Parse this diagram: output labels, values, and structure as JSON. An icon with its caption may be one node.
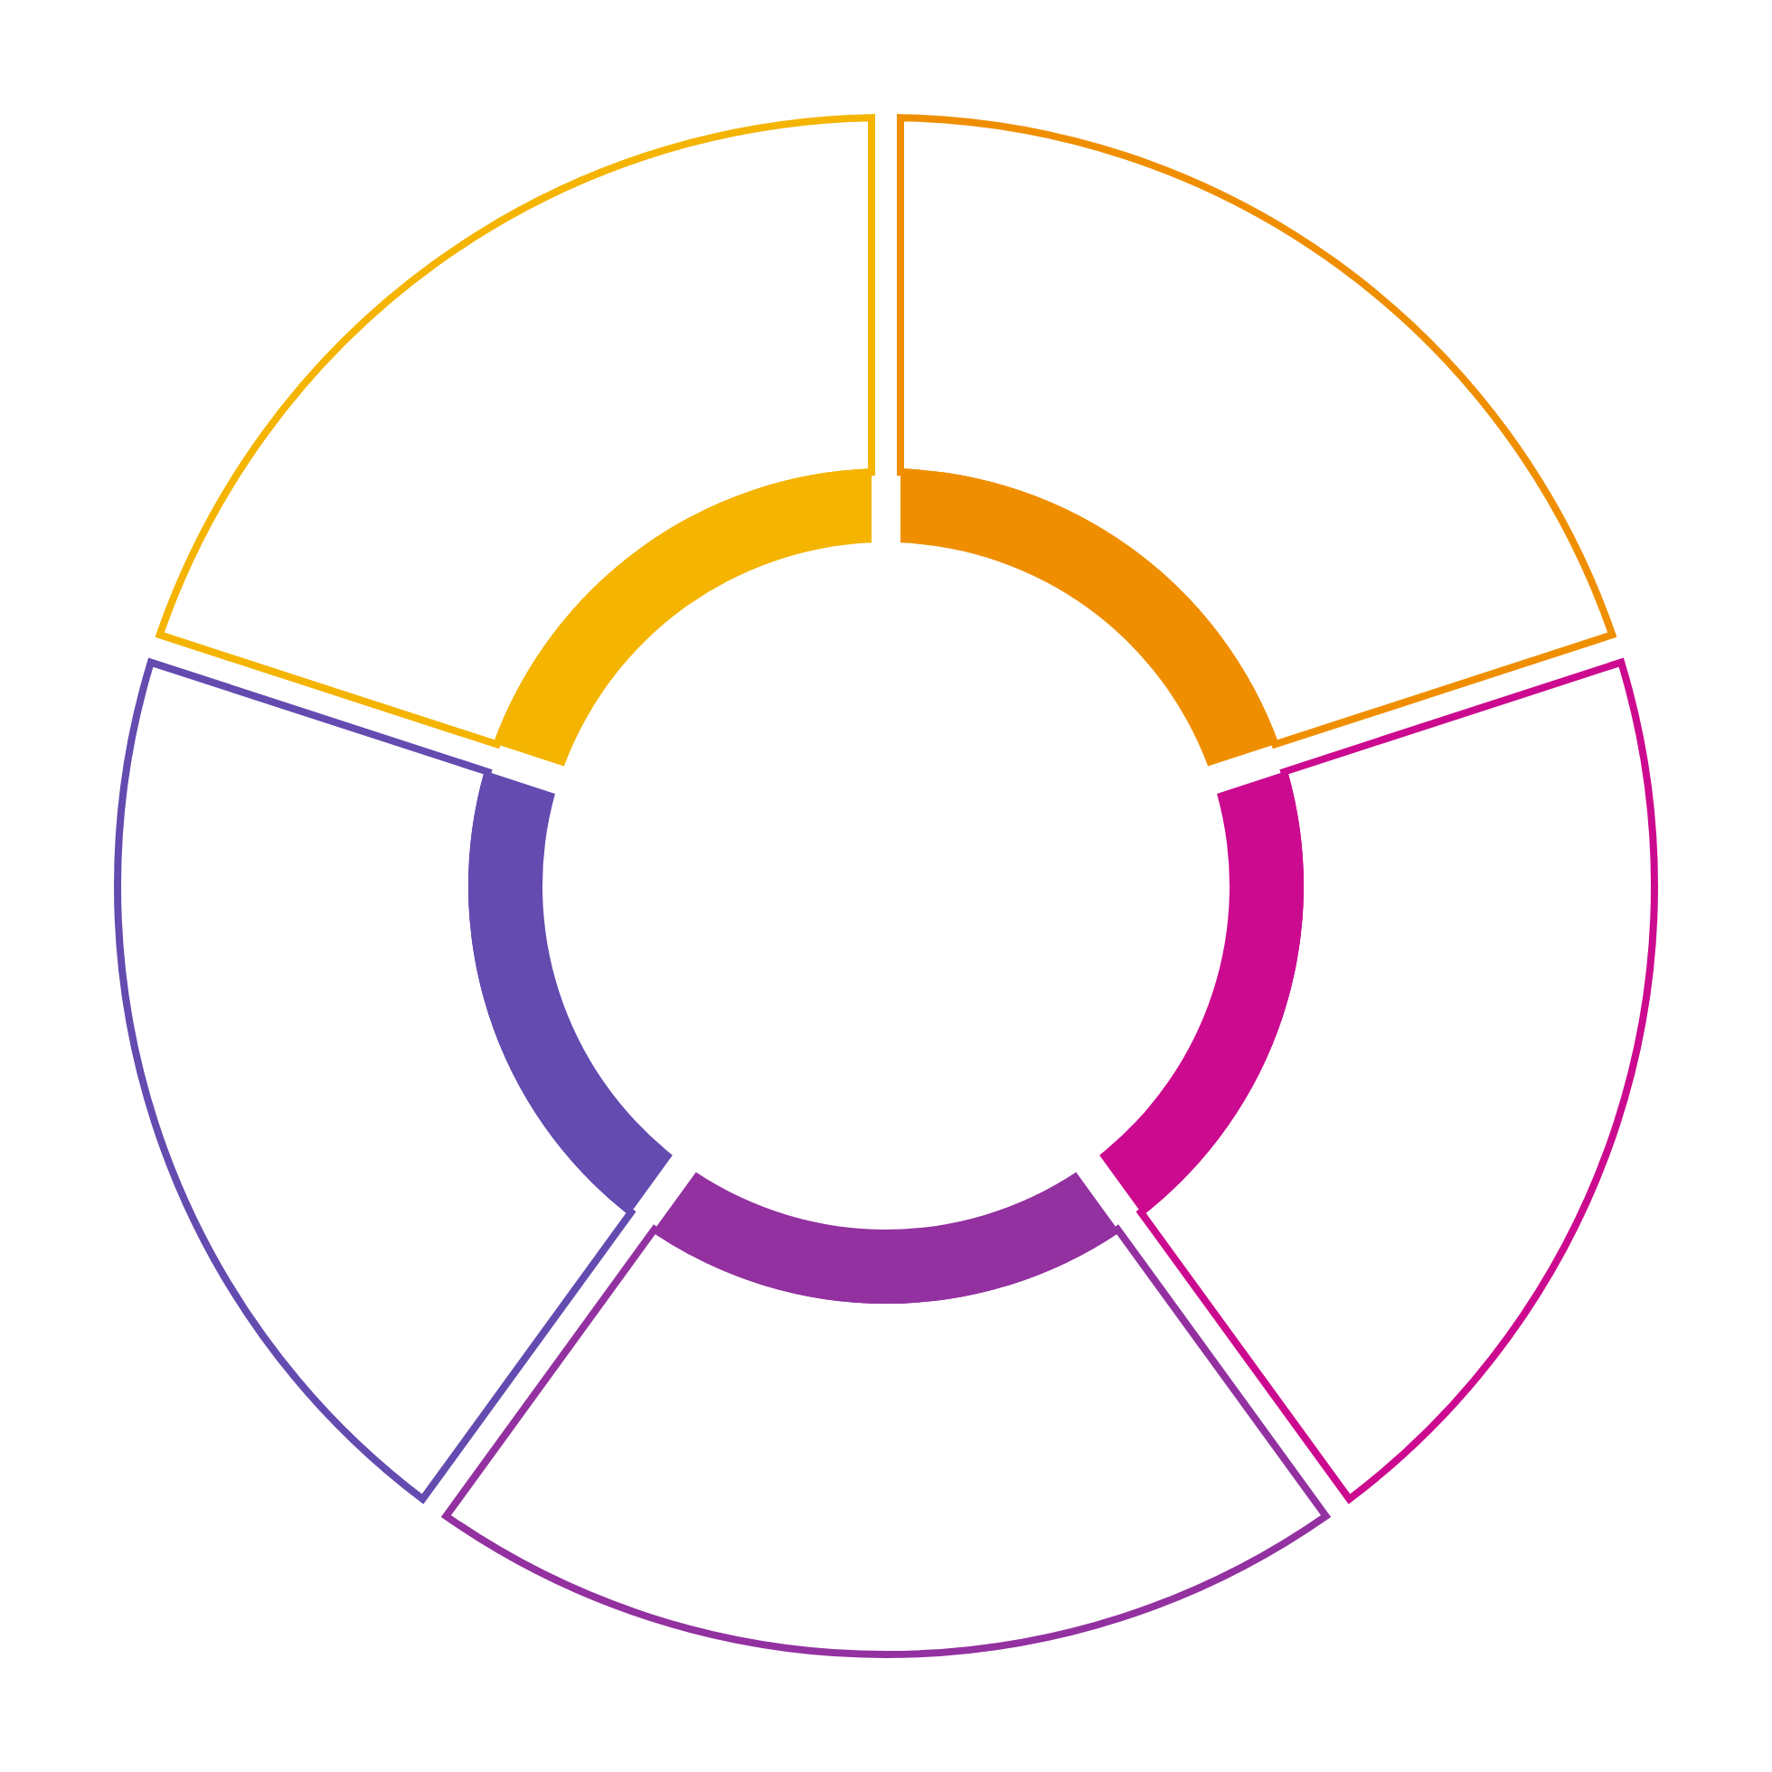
{
  "diagram": {
    "nodes": [
      {
        "text": [],
        "shape": "sector"
      },
      {
        "text": [],
        "shape": "sector"
      },
      {
        "text": [],
        "shape": "sector"
      },
      {
        "text": [],
        "shape": "sector"
      },
      {
        "text": [],
        "shape": "sector"
      }
    ]
  }
}
